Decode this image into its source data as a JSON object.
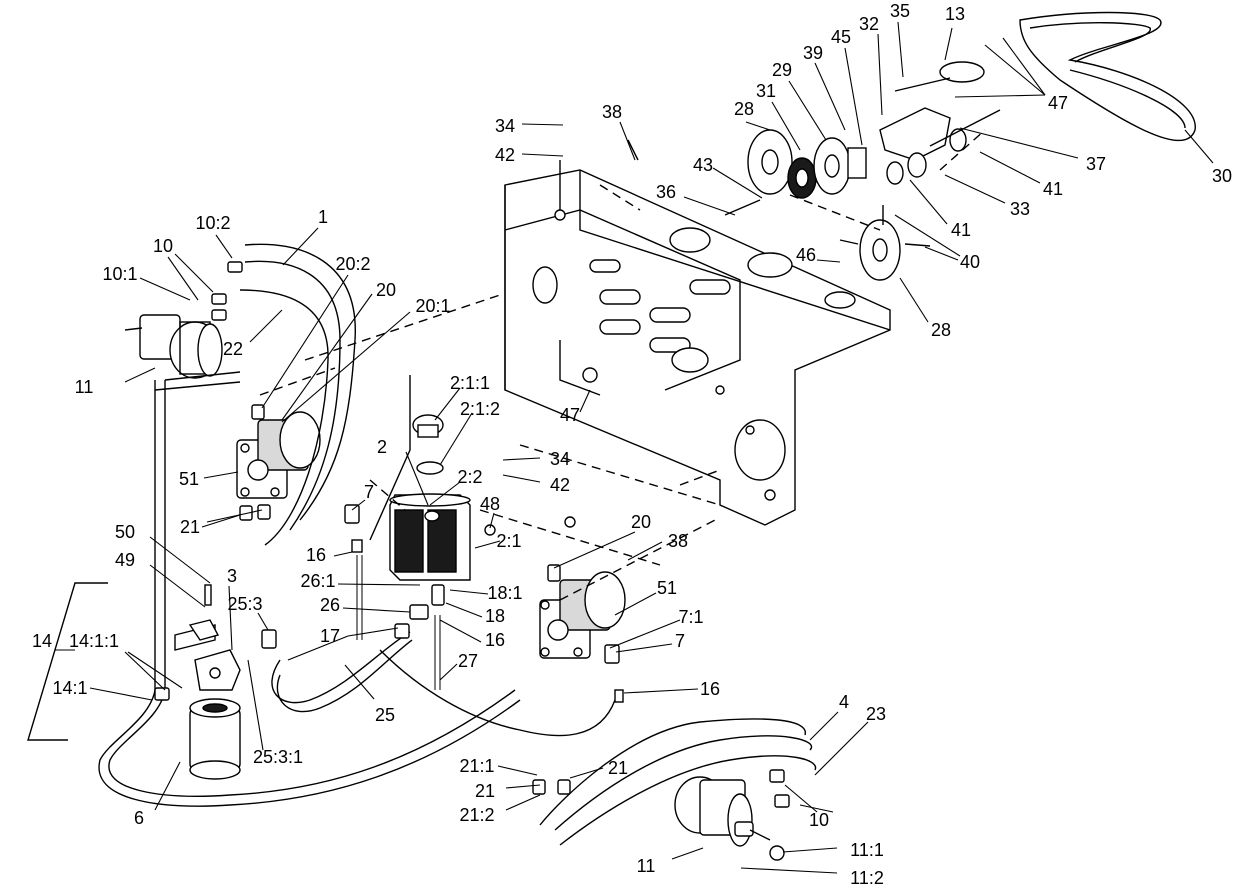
{
  "callouts": [
    {
      "id": "c-1",
      "text": "1"
    },
    {
      "id": "c-2",
      "text": "2"
    },
    {
      "id": "c-2-1",
      "text": "2:1"
    },
    {
      "id": "c-2-1-1",
      "text": "2:1:1"
    },
    {
      "id": "c-2-1-2",
      "text": "2:1:2"
    },
    {
      "id": "c-2-2",
      "text": "2:2"
    },
    {
      "id": "c-3",
      "text": "3"
    },
    {
      "id": "c-4",
      "text": "4"
    },
    {
      "id": "c-6",
      "text": "6"
    },
    {
      "id": "c-7a",
      "text": "7"
    },
    {
      "id": "c-7b",
      "text": "7"
    },
    {
      "id": "c-7-1",
      "text": "7:1"
    },
    {
      "id": "c-10a",
      "text": "10"
    },
    {
      "id": "c-10b",
      "text": "10"
    },
    {
      "id": "c-10-1",
      "text": "10:1"
    },
    {
      "id": "c-10-2",
      "text": "10:2"
    },
    {
      "id": "c-11a",
      "text": "11"
    },
    {
      "id": "c-11b",
      "text": "11"
    },
    {
      "id": "c-11-1",
      "text": "11:1"
    },
    {
      "id": "c-11-2",
      "text": "11:2"
    },
    {
      "id": "c-13",
      "text": "13"
    },
    {
      "id": "c-14",
      "text": "14"
    },
    {
      "id": "c-14-1",
      "text": "14:1"
    },
    {
      "id": "c-14-1-1",
      "text": "14:1:1"
    },
    {
      "id": "c-16a",
      "text": "16"
    },
    {
      "id": "c-16b",
      "text": "16"
    },
    {
      "id": "c-16c",
      "text": "16"
    },
    {
      "id": "c-17",
      "text": "17"
    },
    {
      "id": "c-18",
      "text": "18"
    },
    {
      "id": "c-18-1",
      "text": "18:1"
    },
    {
      "id": "c-20a",
      "text": "20"
    },
    {
      "id": "c-20b",
      "text": "20"
    },
    {
      "id": "c-20-1",
      "text": "20:1"
    },
    {
      "id": "c-20-2",
      "text": "20:2"
    },
    {
      "id": "c-21a",
      "text": "21"
    },
    {
      "id": "c-21b",
      "text": "21"
    },
    {
      "id": "c-21c",
      "text": "21"
    },
    {
      "id": "c-21-1",
      "text": "21:1"
    },
    {
      "id": "c-21-2",
      "text": "21:2"
    },
    {
      "id": "c-22",
      "text": "22"
    },
    {
      "id": "c-23",
      "text": "23"
    },
    {
      "id": "c-25",
      "text": "25"
    },
    {
      "id": "c-25-3",
      "text": "25:3"
    },
    {
      "id": "c-25-3-1",
      "text": "25:3:1"
    },
    {
      "id": "c-26",
      "text": "26"
    },
    {
      "id": "c-26-1",
      "text": "26:1"
    },
    {
      "id": "c-27",
      "text": "27"
    },
    {
      "id": "c-28a",
      "text": "28"
    },
    {
      "id": "c-28b",
      "text": "28"
    },
    {
      "id": "c-29",
      "text": "29"
    },
    {
      "id": "c-30",
      "text": "30"
    },
    {
      "id": "c-31",
      "text": "31"
    },
    {
      "id": "c-32",
      "text": "32"
    },
    {
      "id": "c-33",
      "text": "33"
    },
    {
      "id": "c-34a",
      "text": "34"
    },
    {
      "id": "c-34b",
      "text": "34"
    },
    {
      "id": "c-35",
      "text": "35"
    },
    {
      "id": "c-36",
      "text": "36"
    },
    {
      "id": "c-37",
      "text": "37"
    },
    {
      "id": "c-38a",
      "text": "38"
    },
    {
      "id": "c-38b",
      "text": "38"
    },
    {
      "id": "c-39",
      "text": "39"
    },
    {
      "id": "c-40",
      "text": "40"
    },
    {
      "id": "c-41a",
      "text": "41"
    },
    {
      "id": "c-41b",
      "text": "41"
    },
    {
      "id": "c-42a",
      "text": "42"
    },
    {
      "id": "c-42b",
      "text": "42"
    },
    {
      "id": "c-43",
      "text": "43"
    },
    {
      "id": "c-45",
      "text": "45"
    },
    {
      "id": "c-46",
      "text": "46"
    },
    {
      "id": "c-47a",
      "text": "47"
    },
    {
      "id": "c-47b",
      "text": "47"
    },
    {
      "id": "c-48",
      "text": "48"
    },
    {
      "id": "c-49",
      "text": "49"
    },
    {
      "id": "c-50",
      "text": "50"
    },
    {
      "id": "c-51a",
      "text": "51"
    },
    {
      "id": "c-51b",
      "text": "51"
    }
  ]
}
